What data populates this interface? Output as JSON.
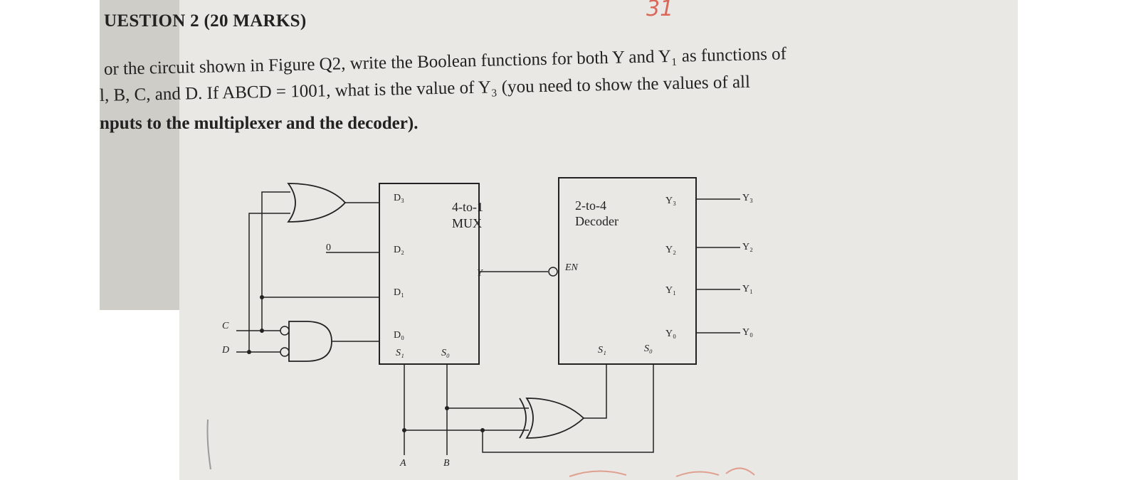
{
  "question": {
    "heading": "UESTION 2 (20 MARKS)",
    "line1": "or the circuit shown in Figure Q2, write the Boolean functions for both Y and Y₁ as functions of",
    "line2": "l, B, C, and D. If ABCD = 1001, what is the value of Y₃ (you need to show the values of all",
    "line3": "nputs to the multiplexer and the decoder).",
    "score_mark": "31"
  },
  "circuit": {
    "mux": {
      "title_line1": "4-to-1",
      "title_line2": "MUX",
      "inputs": [
        "D₃",
        "D₂",
        "D₁",
        "D₀"
      ],
      "selects": [
        "S₁",
        "S₀"
      ],
      "output": "Y"
    },
    "decoder": {
      "title_line1": "2-to-4",
      "title_line2": "Decoder",
      "enable": "EN",
      "outputs": [
        "Y₃",
        "Y₂",
        "Y₁",
        "Y₀"
      ],
      "selects": [
        "S₁",
        "S₀"
      ]
    },
    "external_outputs": [
      "Y₃",
      "Y₂",
      "Y₁",
      "Y₀"
    ],
    "inputs": {
      "c": "C",
      "d": "D",
      "a": "A",
      "b": "B"
    },
    "constant_zero": "0"
  }
}
